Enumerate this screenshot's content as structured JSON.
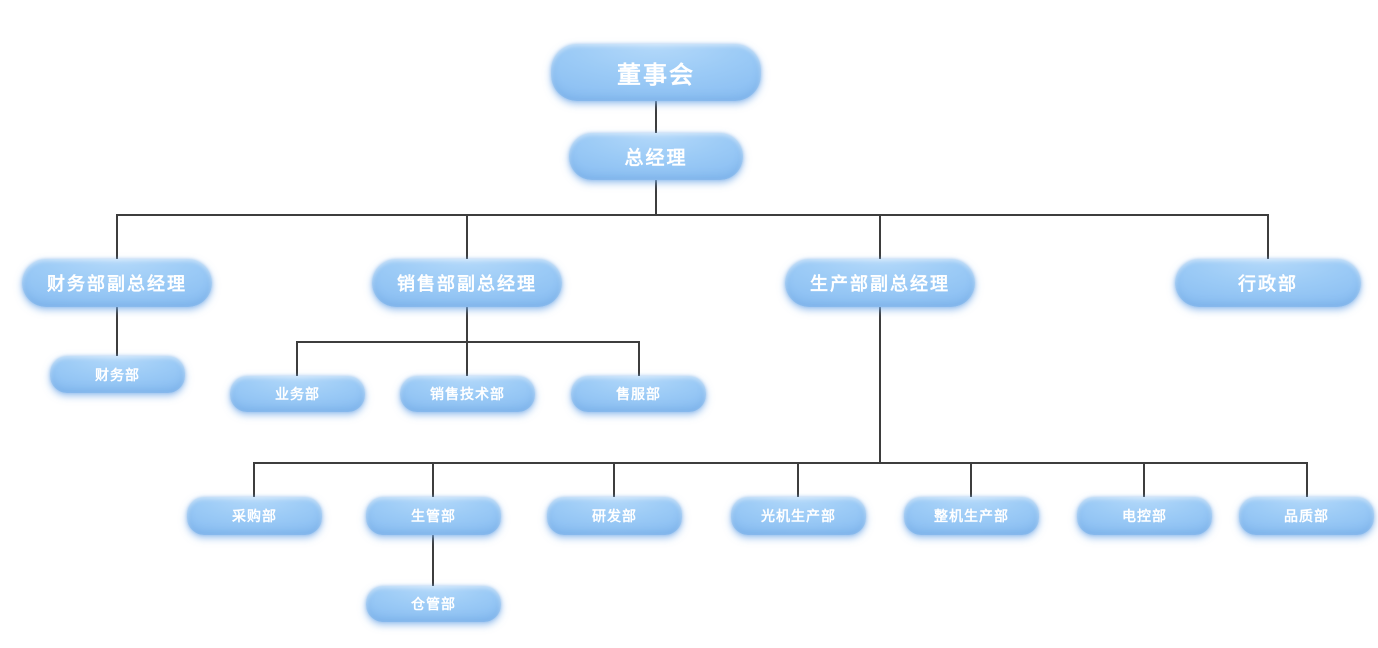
{
  "diagram": {
    "kind": "org-chart",
    "background": "#ffffff"
  },
  "colors": {
    "node_fill_top": "#b4d9fa",
    "node_fill_mid": "#8abef2",
    "node_fill_bottom": "#7db4ee",
    "node_text": "#ffffff",
    "connector": "#3d3d3d"
  },
  "nodes": [
    {
      "id": "board",
      "label": "董事会",
      "parent": null
    },
    {
      "id": "general-manager",
      "label": "总经理",
      "parent": "board"
    },
    {
      "id": "finance-vp",
      "label": "财务部副总经理",
      "parent": "general-manager"
    },
    {
      "id": "sales-vp",
      "label": "销售部副总经理",
      "parent": "general-manager"
    },
    {
      "id": "production-vp",
      "label": "生产部副总经理",
      "parent": "general-manager"
    },
    {
      "id": "admin-dept",
      "label": "行政部",
      "parent": "general-manager"
    },
    {
      "id": "finance-dept",
      "label": "财务部",
      "parent": "finance-vp"
    },
    {
      "id": "business-dept",
      "label": "业务部",
      "parent": "sales-vp"
    },
    {
      "id": "sales-tech-dept",
      "label": "销售技术部",
      "parent": "sales-vp"
    },
    {
      "id": "after-sales-dept",
      "label": "售服部",
      "parent": "sales-vp"
    },
    {
      "id": "purchasing-dept",
      "label": "采购部",
      "parent": "production-vp"
    },
    {
      "id": "production-mgmt-dept",
      "label": "生管部",
      "parent": "production-vp"
    },
    {
      "id": "rnd-dept",
      "label": "研发部",
      "parent": "production-vp"
    },
    {
      "id": "optical-production-dept",
      "label": "光机生产部",
      "parent": "production-vp"
    },
    {
      "id": "complete-production-dept",
      "label": "整机生产部",
      "parent": "production-vp"
    },
    {
      "id": "electric-control-dept",
      "label": "电控部",
      "parent": "production-vp"
    },
    {
      "id": "quality-dept",
      "label": "品质部",
      "parent": "production-vp"
    },
    {
      "id": "warehouse-dept",
      "label": "仓管部",
      "parent": "production-mgmt-dept"
    }
  ]
}
